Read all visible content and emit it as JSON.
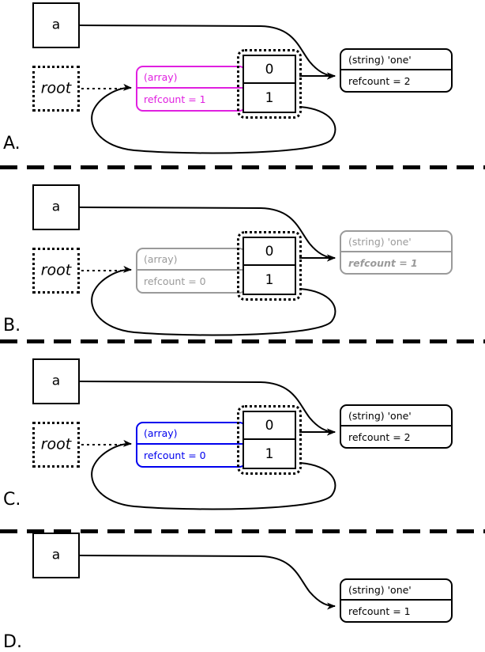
{
  "diagram": {
    "title": "PHP reference-counting cycle: collection of a cyclic array",
    "colors": {
      "black": "#000000",
      "magenta": "#e020e0",
      "blue": "#0000ee",
      "gray": "#9a9a9a",
      "background": "#ffffff"
    },
    "panels": [
      {
        "letter": "A.",
        "variable": {
          "label": "a"
        },
        "root": {
          "label": "root"
        },
        "array": {
          "type_label": "(array)",
          "refcount_label": "refcount = 1",
          "color": "magenta",
          "emphasis": false,
          "visible": true
        },
        "indices": {
          "visible": true,
          "keys": [
            "0",
            "1"
          ]
        },
        "string": {
          "type_label": "(string) 'one'",
          "refcount_label": "refcount = 2",
          "color": "black",
          "emphasis": false,
          "visible": true
        }
      },
      {
        "letter": "B.",
        "variable": {
          "label": "a"
        },
        "root": {
          "label": "root"
        },
        "array": {
          "type_label": "(array)",
          "refcount_label": "refcount = 0",
          "color": "gray",
          "emphasis": false,
          "visible": true
        },
        "indices": {
          "visible": true,
          "keys": [
            "0",
            "1"
          ]
        },
        "string": {
          "type_label": "(string) 'one'",
          "refcount_label": "refcount = 1",
          "color": "gray",
          "emphasis": true,
          "visible": true
        }
      },
      {
        "letter": "C.",
        "variable": {
          "label": "a"
        },
        "root": {
          "label": "root"
        },
        "array": {
          "type_label": "(array)",
          "refcount_label": "refcount = 0",
          "color": "blue",
          "emphasis": false,
          "visible": true
        },
        "indices": {
          "visible": true,
          "keys": [
            "0",
            "1"
          ]
        },
        "string": {
          "type_label": "(string) 'one'",
          "refcount_label": "refcount = 2",
          "color": "black",
          "emphasis": false,
          "visible": true
        }
      },
      {
        "letter": "D.",
        "variable": {
          "label": "a"
        },
        "root": {
          "label": "",
          "visible": false
        },
        "array": {
          "visible": false
        },
        "indices": {
          "visible": false,
          "keys": []
        },
        "string": {
          "type_label": "(string) 'one'",
          "refcount_label": "refcount = 1",
          "color": "black",
          "emphasis": false,
          "visible": true
        }
      }
    ]
  }
}
